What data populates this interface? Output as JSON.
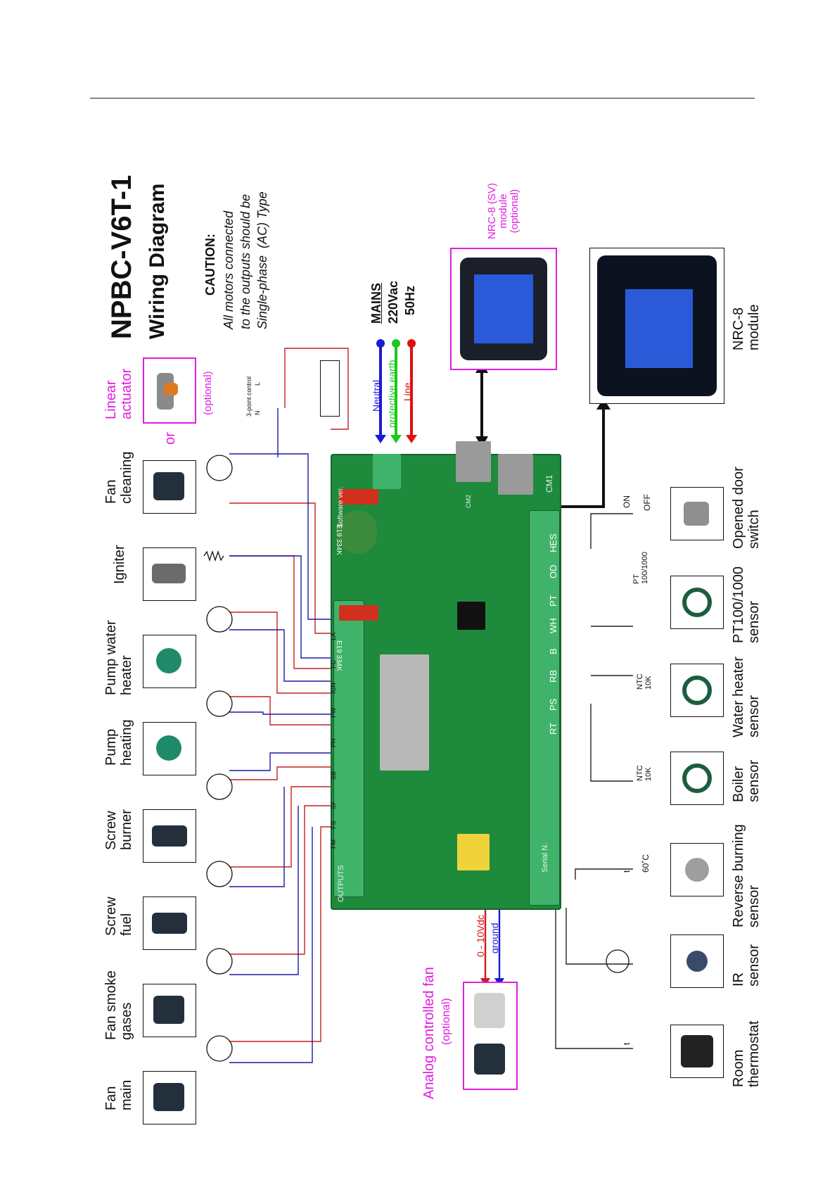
{
  "title": "NPBC-V6T-1",
  "subtitle": "Wiring Diagram",
  "caution": {
    "heading": "CAUTION:",
    "line1": "All motors connected",
    "line2": "to the outputs should be",
    "line3": "Single-phase  (AC) Type"
  },
  "mains": {
    "label": "MAINS",
    "voltage": "220Vac",
    "frequency": "50Hz"
  },
  "mains_wires": [
    {
      "label": "Neutral",
      "color": "#1a1ad6"
    },
    {
      "label": "protective earth",
      "color": "#1ec81e"
    },
    {
      "label": "Line",
      "color": "#e01010"
    }
  ],
  "devices_top": [
    {
      "label": "Fan\nmain"
    },
    {
      "label": "Fan smoke\ngases"
    },
    {
      "label": "Screw\nfuel"
    },
    {
      "label": "Screw\nburner"
    },
    {
      "label": "Pump\nheating"
    },
    {
      "label": "Pump water\nheater"
    },
    {
      "label": "Igniter"
    },
    {
      "label": "Fan\ncleaning"
    }
  ],
  "linear_actuator": {
    "or": "or",
    "label": "Linear\nactuator",
    "optional": "(optional)"
  },
  "three_point": {
    "label": "3-point control",
    "n": "N",
    "l": "L"
  },
  "sensors_bottom": [
    {
      "label": "Room\nthermostat"
    },
    {
      "label": "IR\nsensor"
    },
    {
      "label": "Reverse burning\nsensor"
    },
    {
      "label": "Boiler\nsensor"
    },
    {
      "label": "Water heater\nsensor"
    },
    {
      "label": "PT100/1000\nsensor"
    },
    {
      "label": "Opened door\nswitch"
    }
  ],
  "symbols": {
    "t": "t",
    "sixty": "60˚C",
    "ntc1": "NTC\n10K",
    "ntc2": "NTC\n10K",
    "pt": "PT\n100/1000",
    "on": "ON",
    "off": "OFF"
  },
  "modules": {
    "nrc8_sv": "NRC-8 (SV)\nmodule\n(optional)",
    "nrc8": "NRC-8\nmodule"
  },
  "analog_fan": {
    "label": "Analog controlled fan",
    "optional": "(optional)",
    "signal": "0 - 10Vdc",
    "ground": "ground"
  },
  "board_labels": {
    "outputs": "OUTPUTS",
    "software": "Software ver.",
    "serial": "Serial N.",
    "cm1": "CM1",
    "cm2": "CM2",
    "cap1": "E19 334K",
    "cap2": "E19 334K"
  },
  "input_terminals": [
    "RT",
    "PS",
    "RB",
    "B",
    "WH",
    "PT",
    "OD",
    "HES"
  ],
  "output_terminals": [
    "FM",
    "FS",
    "SF",
    "SB",
    "PH",
    "PW",
    "IGN",
    "FC",
    "LA"
  ]
}
